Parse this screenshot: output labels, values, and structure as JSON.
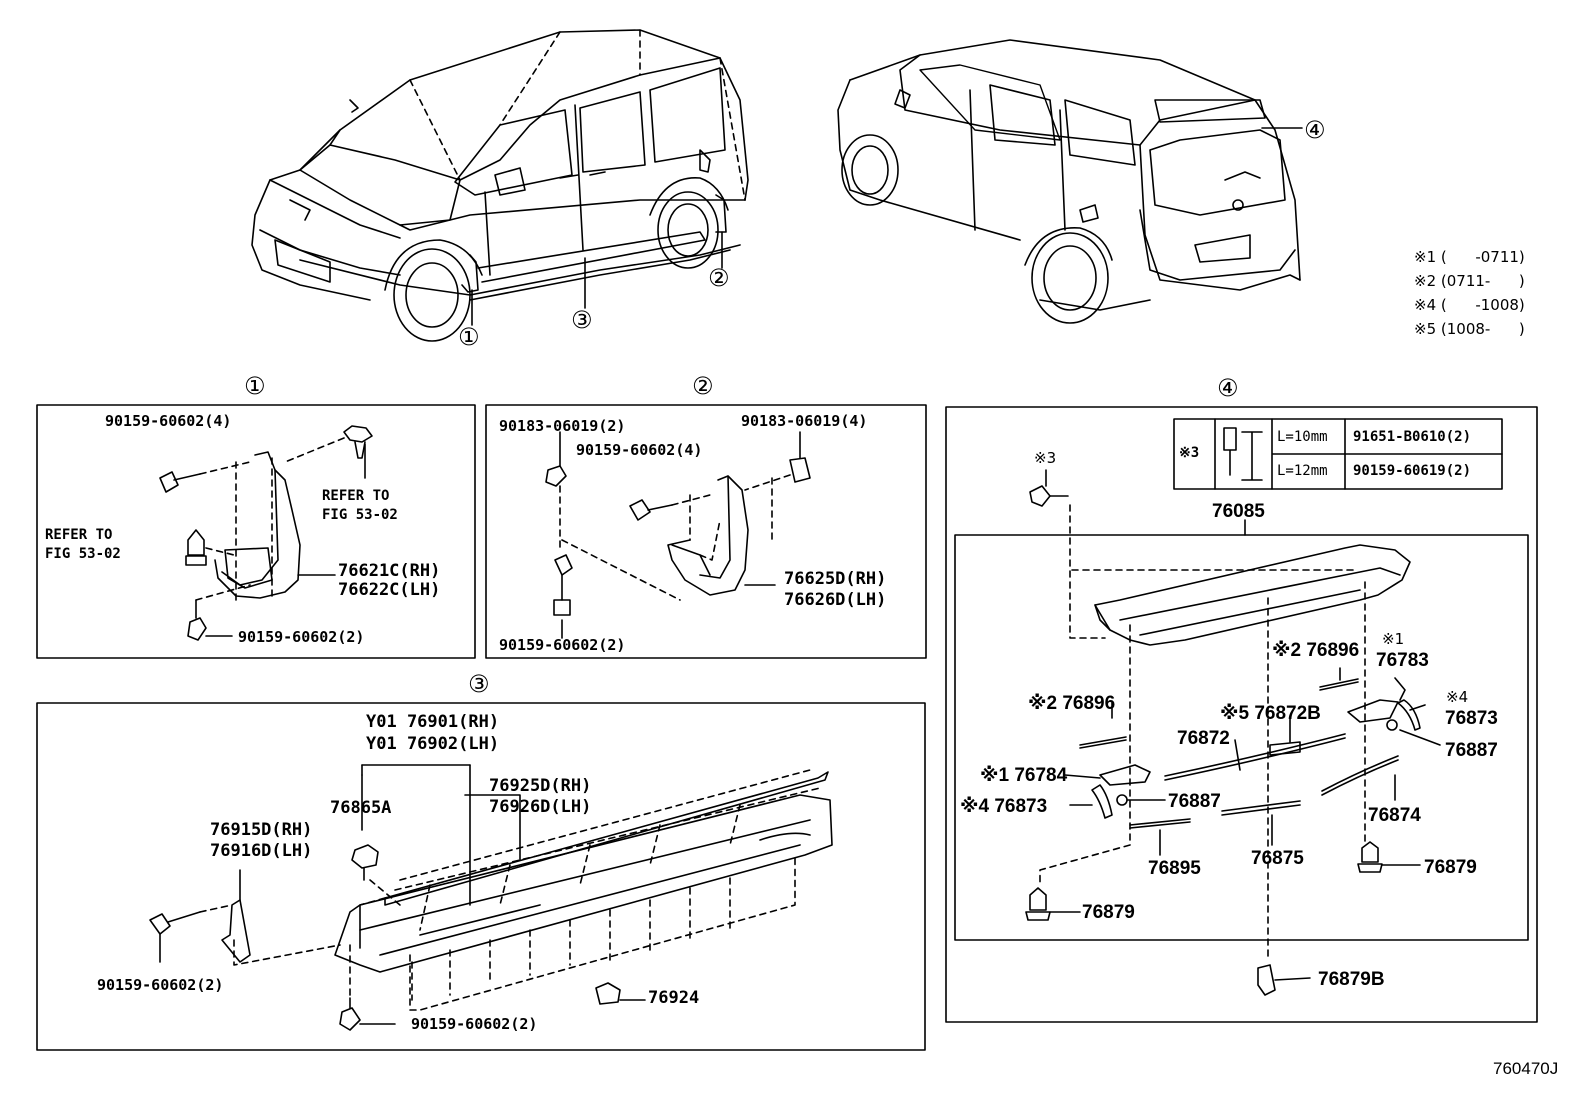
{
  "figure_id": "760470J",
  "variant_notes": [
    "※1 (      -0711)",
    "※2 (0711-      )",
    "※4 (      -1008)",
    "※5 (1008-      )"
  ],
  "vehicle_callouts": [
    "①",
    "②",
    "③",
    "④"
  ],
  "panel1": {
    "callout": "①",
    "labels": {
      "bolt_top": "90159-60602(4)",
      "refer_a_1": "REFER TO",
      "refer_a_2": "FIG 53-02",
      "refer_b_1": "REFER TO",
      "refer_b_2": "FIG 53-02",
      "mudguard_rh": "76621C(RH)",
      "mudguard_lh": "76622C(LH)",
      "bolt_bottom": "90159-60602(2)"
    }
  },
  "panel2": {
    "callout": "②",
    "labels": {
      "nut_left": "90183-06019(2)",
      "nut_right": "90183-06019(4)",
      "bolt_mid": "90159-60602(4)",
      "mudguard_rh": "76625D(RH)",
      "mudguard_lh": "76626D(LH)",
      "bolt_bottom": "90159-60602(2)"
    }
  },
  "panel3": {
    "callout": "③",
    "labels": {
      "rocker_rh": "Y01 76901(RH)",
      "rocker_lh": "Y01 76902(LH)",
      "moulding_rh": "76925D(RH)",
      "moulding_lh": "76926D(LH)",
      "clip": "76865A",
      "bracket_rh": "76915D(RH)",
      "bracket_lh": "76916D(LH)",
      "bolt_left": "90159-60602(2)",
      "bolt_bottom": "90159-60602(2)",
      "clip_bottom": "76924"
    }
  },
  "panel4": {
    "callout": "④",
    "fastener_table": {
      "mark": "※3",
      "rows": [
        {
          "length": "L=10mm",
          "part": "91651-B0610(2)"
        },
        {
          "length": "L=12mm",
          "part": "90159-60619(2)"
        }
      ]
    },
    "labels": {
      "screw_mark": "※3",
      "spoiler": "76085",
      "p76896_a": "※2 76896",
      "p76896_b": "※2 76896",
      "p76783_mark": "※1",
      "p76783": "76783",
      "p76873_a_mark": "※4",
      "p76873_a": "76873",
      "p76887_a": "76887",
      "p76872b": "※5 76872B",
      "p76872": "76872",
      "p76784": "※1 76784",
      "p76873_b": "※4 76873",
      "p76887_b": "76887",
      "p76874": "76874",
      "p76895": "76895",
      "p76875": "76875",
      "p76879_a": "76879",
      "p76879_b": "76879",
      "p76879b": "76879B"
    }
  }
}
